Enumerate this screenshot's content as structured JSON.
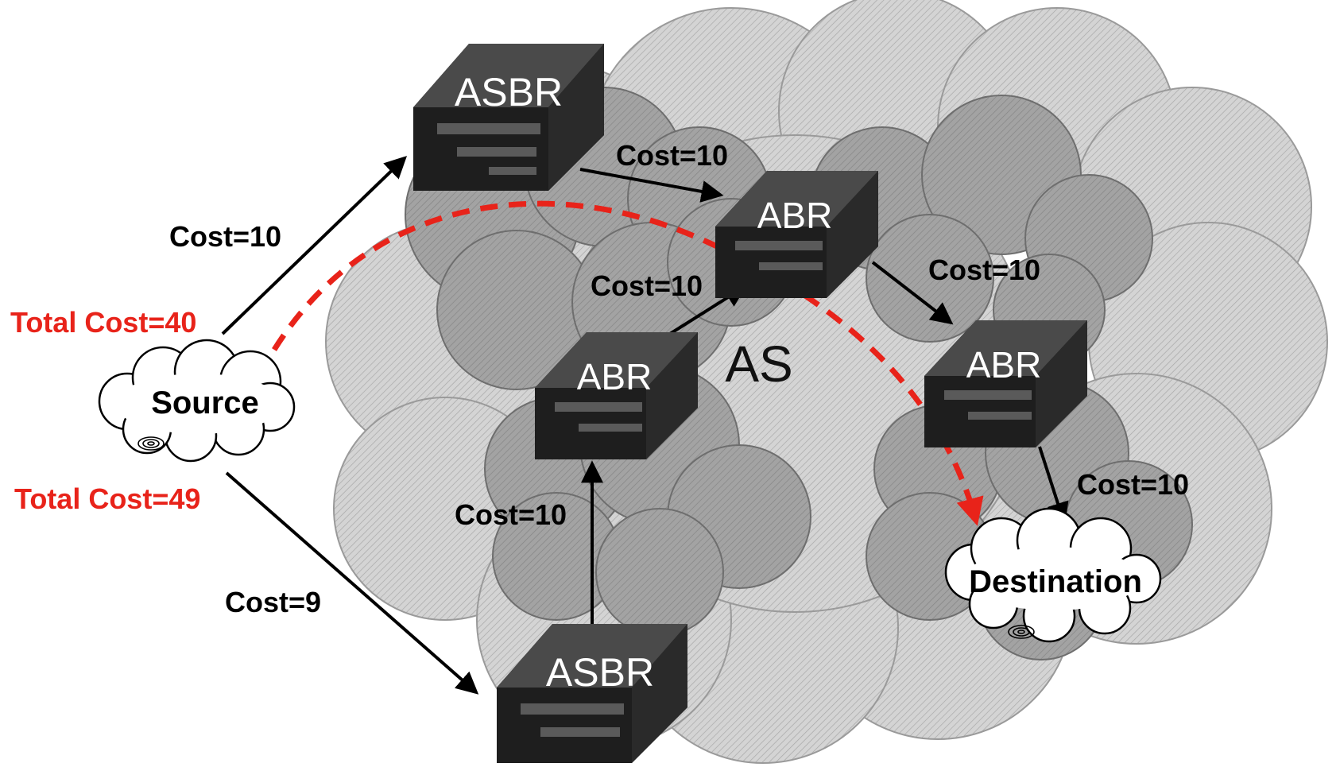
{
  "diagram": {
    "area_label": "AS",
    "routers": {
      "asbr_top": "ASBR",
      "asbr_bottom": "ASBR",
      "abr_top": "ABR",
      "abr_middle": "ABR",
      "abr_right": "ABR"
    },
    "endpoints": {
      "source": "Source",
      "destination": "Destination"
    },
    "costs": {
      "source_to_asbr_top": "Cost=10",
      "asbr_top_to_abr_top": "Cost=10",
      "abr_middle_to_abr_top": "Cost=10",
      "abr_top_to_abr_right": "Cost=10",
      "abr_right_to_destination": "Cost=10",
      "asbr_bottom_to_abr_middle": "Cost=10",
      "source_to_asbr_bottom": "Cost=9"
    },
    "totals": {
      "top_path": "Total Cost=40",
      "bottom_path": "Total Cost=49"
    },
    "colors": {
      "highlight": "#e8231a",
      "arrow": "#000000",
      "cloud_light": "#cfcfcf",
      "cloud_dark": "#9c9c9c",
      "router_body": "#3a3a3a"
    }
  }
}
